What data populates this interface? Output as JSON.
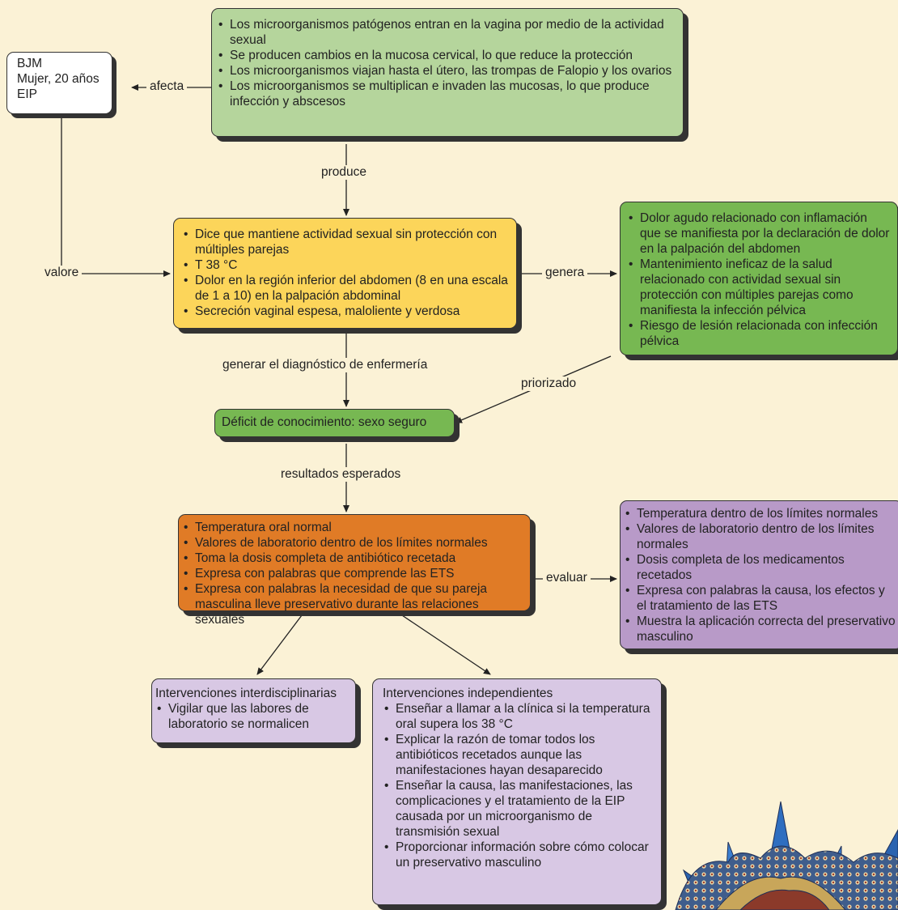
{
  "patient": {
    "lines": [
      "BJM",
      "Mujer, 20 años",
      "EIP"
    ]
  },
  "pathophysiology": {
    "items": [
      "Los microorganismos patógenos entran en la vagina por medio de la actividad sexual",
      "Se producen cambios en la mucosa cervical, lo que reduce la protección",
      "Los microorganismos viajan hasta el útero, las trompas de Falopio y los ovarios",
      "Los microorganismos se multiplican e invaden las mucosas, lo que produce infección y abscesos"
    ]
  },
  "assessment": {
    "items": [
      "Dice que mantiene actividad sexual sin protección con múltiples parejas",
      "T 38 °C",
      "Dolor en la región inferior del abdomen (8 en una escala de 1 a 10) en la palpación abdominal",
      "Secreción vaginal espesa, maloliente y verdosa"
    ]
  },
  "diagnoses": {
    "items": [
      "Dolor agudo relacionado con inflamación que se manifiesta por la declaración de dolor en la palpación del abdomen",
      "Mantenimiento ineficaz de la salud relacionado con actividad sexual sin protección con múltiples parejas como manifiesta la infección pélvica",
      "Riesgo de lesión relacionada con infección pélvica"
    ]
  },
  "priority_diagnosis": "Déficit de conocimiento: sexo seguro",
  "outcomes": {
    "items": [
      "Temperatura oral normal",
      "Valores de laboratorio dentro de los límites normales",
      "Toma la dosis completa de antibiótico recetada",
      "Expresa con palabras que comprende las ETS",
      "Expresa con palabras la necesidad de que su pareja masculina lleve preservativo durante las relaciones sexuales"
    ]
  },
  "evaluation": {
    "items": [
      "Temperatura dentro de los límites normales",
      "Valores de laboratorio dentro de los límites normales",
      "Dosis completa de los medicamentos recetados",
      "Expresa con palabras la causa, los efectos y el tratamiento de las ETS",
      "Muestra la aplicación correcta del preservativo masculino"
    ]
  },
  "interdisciplinary": {
    "title": "Intervenciones interdisciplinarias",
    "items": [
      "Vigilar que las labores de laboratorio se normalicen"
    ]
  },
  "independent": {
    "title": "Intervenciones independientes",
    "items": [
      "Enseñar a llamar a la clínica si la temperatura oral supera los 38 °C",
      "Explicar la razón de tomar todos los antibióticos recetados aunque las manifestaciones hayan desaparecido",
      "Enseñar la causa, las manifestaciones, las complicaciones y el tratamiento de la EIP causada por un microorganismo de transmisión sexual",
      "Proporcionar información sobre cómo colocar un preservativo masculino"
    ]
  },
  "labels": {
    "afecta": "afecta",
    "produce": "produce",
    "valore": "valore",
    "genera": "genera",
    "generar": "generar el diagnóstico de enfermería",
    "priorizado": "priorizado",
    "resultados": "resultados esperados",
    "evaluar": "evaluar"
  },
  "colors": {
    "background": "#fbf2d6",
    "pathophysiology": "#b5d59c",
    "assessment": "#fcd55a",
    "diagnoses": "#77b852",
    "priority": "#77b852",
    "outcomes": "#e07b26",
    "evaluation": "#b89ac8",
    "interventions": "#d8c8e4"
  }
}
